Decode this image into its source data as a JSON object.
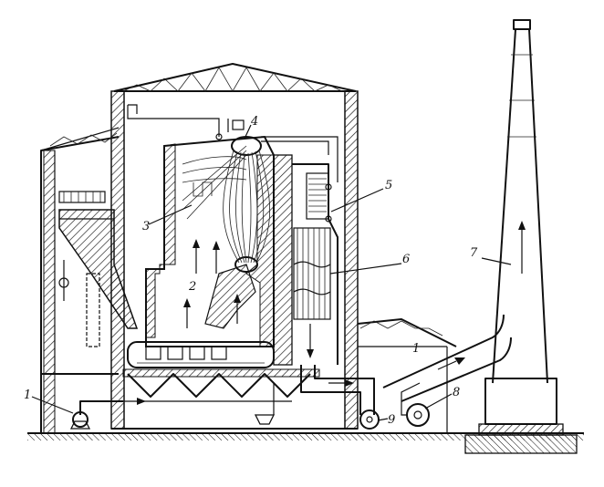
{
  "diagram": {
    "labels": {
      "l1": "1",
      "l2": "2",
      "l3": "3",
      "l4": "4",
      "l5": "5",
      "l6": "6",
      "l7": "7",
      "l8": "8",
      "l9": "9",
      "l_fan": "1"
    }
  }
}
